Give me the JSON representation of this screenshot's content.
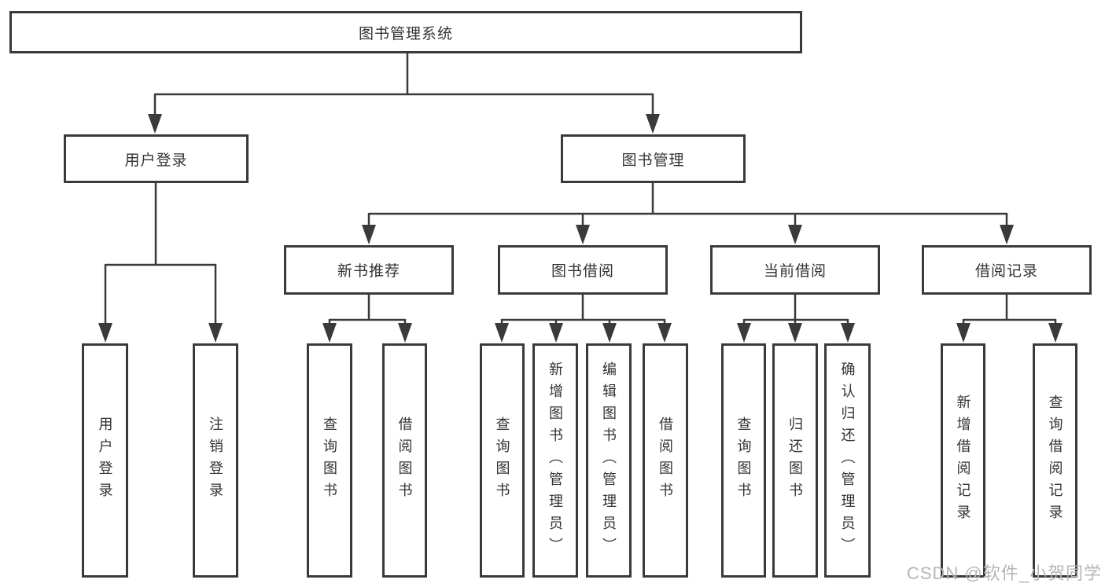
{
  "root": {
    "label": "图书管理系统"
  },
  "branches": [
    {
      "label": "用户登录",
      "children": [
        {
          "label": "用户登录"
        },
        {
          "label": "注销登录"
        }
      ]
    },
    {
      "label": "图书管理",
      "children": [
        {
          "label": "新书推荐",
          "children": [
            {
              "label": "查询图书"
            },
            {
              "label": "借阅图书"
            }
          ]
        },
        {
          "label": "图书借阅",
          "children": [
            {
              "label": "查询图书"
            },
            {
              "label": "新增图书（管理员）"
            },
            {
              "label": "编辑图书（管理员）"
            },
            {
              "label": "借阅图书"
            }
          ]
        },
        {
          "label": "当前借阅",
          "children": [
            {
              "label": "查询图书"
            },
            {
              "label": "归还图书"
            },
            {
              "label": "确认归还（管理员）"
            }
          ]
        },
        {
          "label": "借阅记录",
          "children": [
            {
              "label": "新增借阅记录"
            },
            {
              "label": "查询借阅记录"
            }
          ]
        }
      ]
    }
  ],
  "watermark": {
    "text": "CSDN @软件_小贺同学"
  },
  "colors": {
    "line": "#3a3a3a",
    "text": "#333333",
    "watermark": "#b9b4b4",
    "background": "#ffffff"
  }
}
